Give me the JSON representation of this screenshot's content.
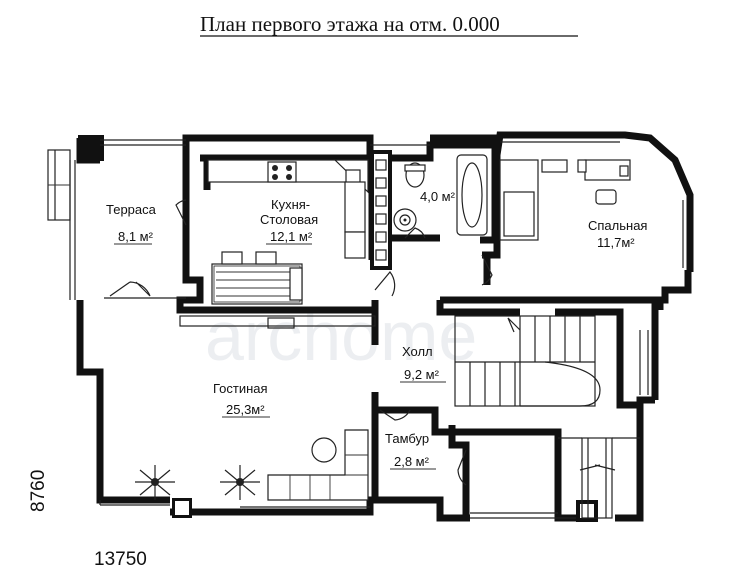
{
  "title": "План первого этажа на отм. 0.000",
  "dimensions": {
    "width": "13750",
    "height": "8760"
  },
  "watermark": "archome",
  "rooms": [
    {
      "name": "Терраса",
      "area": "8,1 м²"
    },
    {
      "name": "Кухня-Столовая",
      "name_line1": "Кухня-",
      "name_line2": "Столовая",
      "area": "12,1 м²"
    },
    {
      "name": "",
      "area": "4,0 м²"
    },
    {
      "name": "Спальная",
      "area": "11,7м²"
    },
    {
      "name": "Холл",
      "area": "9,2 м²"
    },
    {
      "name": "Гостиная",
      "area": "25,3м²"
    },
    {
      "name": "Тамбур",
      "area": "2,8 м²"
    }
  ]
}
